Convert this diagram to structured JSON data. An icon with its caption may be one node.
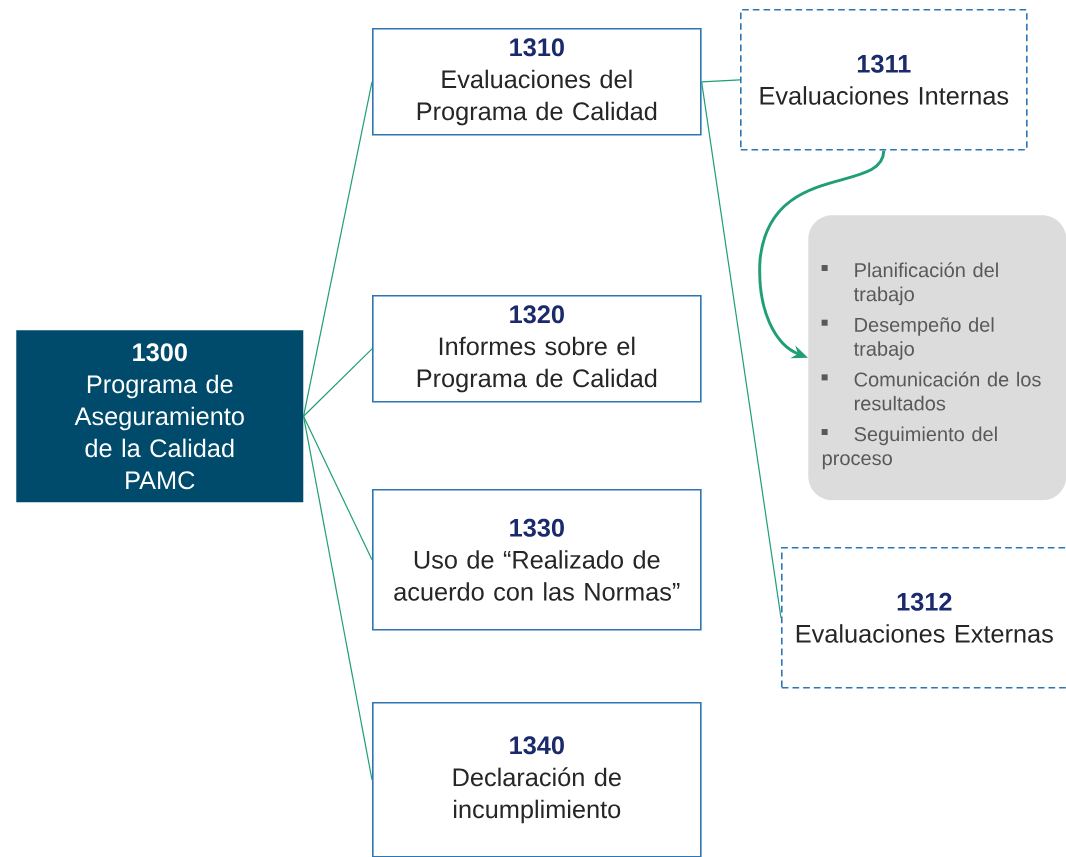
{
  "diagram": {
    "nodes": [
      {
        "text": [
          "1300",
          "Programa de Aseguramiento de la Calidad",
          "PAMC"
        ]
      },
      {
        "text": [
          "1310",
          "Evaluaciones del Programa de Calidad"
        ]
      },
      {
        "text": [
          "1311",
          "Evaluaciones Internas"
        ]
      },
      {
        "text": [
          "Planificación del trabajo",
          "Desempeño del trabajo",
          "Comunicación de los resultados",
          "Seguimiento del proceso"
        ]
      },
      {
        "text": [
          "1320",
          "Informes sobre el Programa de Calidad"
        ]
      },
      {
        "text": [
          "1330",
          "Uso de “Realizado de acuerdo con las Normas”"
        ]
      },
      {
        "text": [
          "1312",
          "Evaluaciones Externas"
        ]
      },
      {
        "text": [
          "1340",
          "Declaración de incumplimiento"
        ]
      }
    ],
    "edges": [
      {
        "from": 0,
        "to": 1,
        "arrow": "none"
      },
      {
        "from": 0,
        "to": 4,
        "arrow": "none"
      },
      {
        "from": 0,
        "to": 5,
        "arrow": "none"
      },
      {
        "from": 0,
        "to": 7,
        "arrow": "none"
      },
      {
        "from": 1,
        "to": 2,
        "arrow": "none"
      },
      {
        "from": 1,
        "to": 6,
        "arrow": "none"
      },
      {
        "from": 2,
        "to": 3,
        "arrow": "to",
        "style": "thick"
      }
    ]
  }
}
